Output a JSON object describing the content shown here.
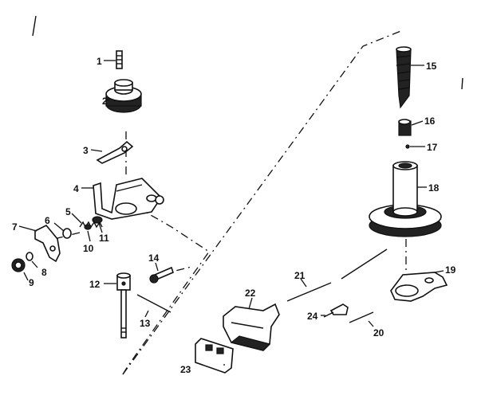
{
  "diagram": {
    "parts": [
      {
        "number": "1"
      },
      {
        "number": "2"
      },
      {
        "number": "3"
      },
      {
        "number": "4"
      },
      {
        "number": "5"
      },
      {
        "number": "6"
      },
      {
        "number": "7"
      },
      {
        "number": "8"
      },
      {
        "number": "9"
      },
      {
        "number": "10"
      },
      {
        "number": "11"
      },
      {
        "number": "12"
      },
      {
        "number": "13"
      },
      {
        "number": "14"
      },
      {
        "number": "15"
      },
      {
        "number": "16"
      },
      {
        "number": "17"
      },
      {
        "number": "18"
      },
      {
        "number": "19"
      },
      {
        "number": "20"
      },
      {
        "number": "21"
      },
      {
        "number": "22"
      },
      {
        "number": "23"
      },
      {
        "number": "24"
      }
    ]
  }
}
